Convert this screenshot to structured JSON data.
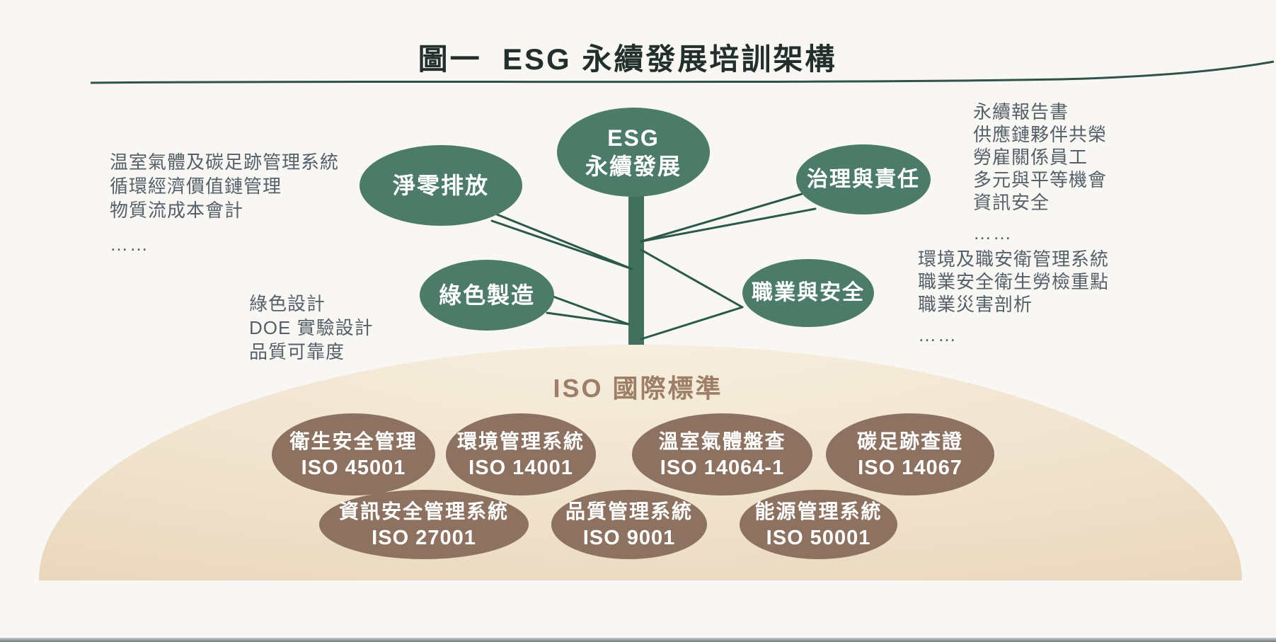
{
  "figure": {
    "title": "圖一  ESG 永續發展培訓架構"
  },
  "tree": {
    "root": {
      "line1": "ESG",
      "line2": "永續發展"
    },
    "nodes": {
      "net_zero": "淨零排放",
      "governance": "治理與責任",
      "green_manufacturing": "綠色製造",
      "occupational_safety": "職業與安全"
    }
  },
  "annotations": {
    "environment": {
      "lines": [
        "温室氣體及碳足跡管理系統",
        "循環經濟價值鏈管理",
        "物質流成本會計"
      ],
      "ellipsis": "……"
    },
    "green_design": {
      "lines": [
        "綠色設計",
        "DOE 實驗設計",
        "品質可靠度"
      ]
    },
    "governance": {
      "lines": [
        "永續報告書",
        "供應鏈夥伴共榮",
        "勞雇關係員工",
        "多元與平等機會",
        "資訊安全"
      ],
      "ellipsis": "……"
    },
    "safety": {
      "lines": [
        "環境及職安衛管理系統",
        "職業安全衛生勞檢重點",
        "職業災害剖析"
      ],
      "ellipsis": "……"
    }
  },
  "foundation": {
    "title": "ISO 國際標準",
    "row1": [
      {
        "name": "衛生安全管理",
        "code": "ISO 45001"
      },
      {
        "name": "環境管理系統",
        "code": "ISO 14001"
      },
      {
        "name": "溫室氣體盤查",
        "code": "ISO 14064-1"
      },
      {
        "name": "碳足跡查證",
        "code": "ISO 14067"
      }
    ],
    "row2": [
      {
        "name": "資訊安全管理系統",
        "code": "ISO 27001"
      },
      {
        "name": "品質管理系統",
        "code": "ISO 9001"
      },
      {
        "name": "能源管理系統",
        "code": "ISO 50001"
      }
    ]
  },
  "colors": {
    "node_green": "#4c7b6a",
    "branch_green": "#2c594b",
    "mound_beige": "#eedcc4",
    "standard_brown": "#8d7161",
    "foundation_title_brown": "#9d7e66",
    "annotation_gray": "#566069"
  }
}
